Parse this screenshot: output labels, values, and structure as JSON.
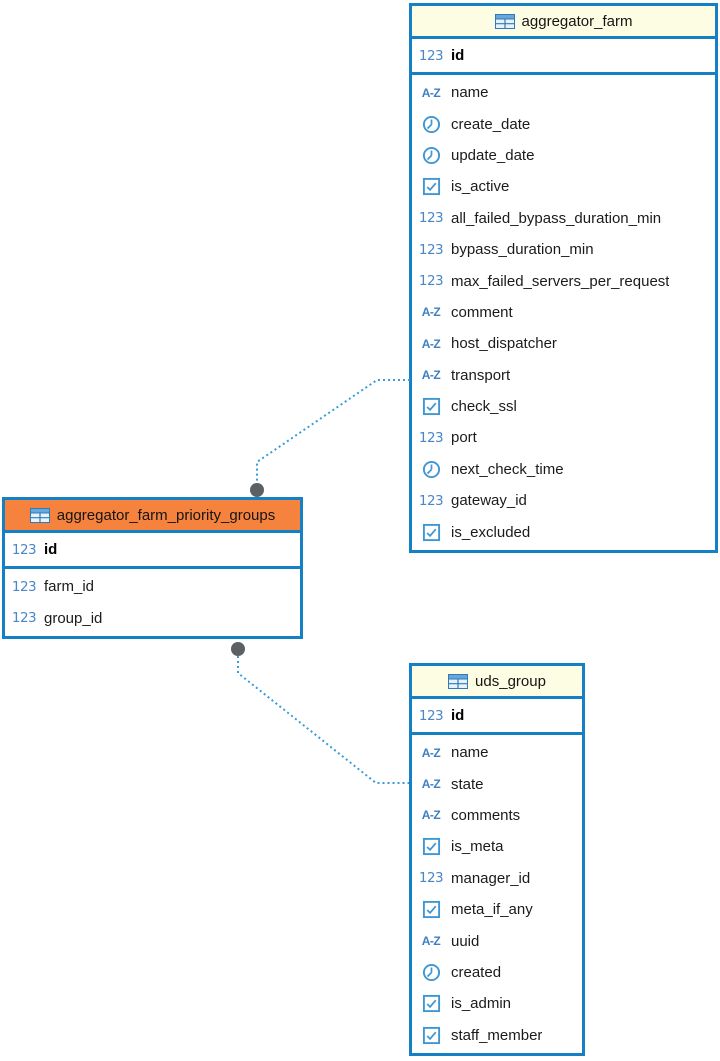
{
  "colors": {
    "table_border": "#1581c4",
    "header_fill": "#fdfde3",
    "selected_header_fill": "#f6833d",
    "relation_line": "#399bd7",
    "connector_dot": "#5b6064",
    "icon_blue": "#4a86c8",
    "text": "#1b1b1b"
  },
  "icons": {
    "number_glyph": "123",
    "text_glyph": "A-Z"
  },
  "diagram": {
    "tables": [
      {
        "name": "aggregator_farm",
        "selected": false,
        "key_columns": [
          {
            "name": "id",
            "type": "number"
          }
        ],
        "columns": [
          {
            "name": "name",
            "type": "text"
          },
          {
            "name": "create_date",
            "type": "datetime"
          },
          {
            "name": "update_date",
            "type": "datetime"
          },
          {
            "name": "is_active",
            "type": "boolean"
          },
          {
            "name": "all_failed_bypass_duration_min",
            "type": "number"
          },
          {
            "name": "bypass_duration_min",
            "type": "number"
          },
          {
            "name": "max_failed_servers_per_request",
            "type": "number"
          },
          {
            "name": "comment",
            "type": "text"
          },
          {
            "name": "host_dispatcher",
            "type": "text"
          },
          {
            "name": "transport",
            "type": "text"
          },
          {
            "name": "check_ssl",
            "type": "boolean"
          },
          {
            "name": "port",
            "type": "number"
          },
          {
            "name": "next_check_time",
            "type": "datetime"
          },
          {
            "name": "gateway_id",
            "type": "number"
          },
          {
            "name": "is_excluded",
            "type": "boolean"
          }
        ]
      },
      {
        "name": "aggregator_farm_priority_groups",
        "selected": true,
        "key_columns": [
          {
            "name": "id",
            "type": "number"
          }
        ],
        "columns": [
          {
            "name": "farm_id",
            "type": "number"
          },
          {
            "name": "group_id",
            "type": "number"
          }
        ]
      },
      {
        "name": "uds_group",
        "selected": false,
        "key_columns": [
          {
            "name": "id",
            "type": "number"
          }
        ],
        "columns": [
          {
            "name": "name",
            "type": "text"
          },
          {
            "name": "state",
            "type": "text"
          },
          {
            "name": "comments",
            "type": "text"
          },
          {
            "name": "is_meta",
            "type": "boolean"
          },
          {
            "name": "manager_id",
            "type": "number"
          },
          {
            "name": "meta_if_any",
            "type": "boolean"
          },
          {
            "name": "uuid",
            "type": "text"
          },
          {
            "name": "created",
            "type": "datetime"
          },
          {
            "name": "is_admin",
            "type": "boolean"
          },
          {
            "name": "staff_member",
            "type": "boolean"
          }
        ]
      }
    ],
    "relations": [
      {
        "from": "aggregator_farm_priority_groups.farm_id",
        "to": "aggregator_farm"
      },
      {
        "from": "aggregator_farm_priority_groups.group_id",
        "to": "uds_group"
      }
    ]
  }
}
